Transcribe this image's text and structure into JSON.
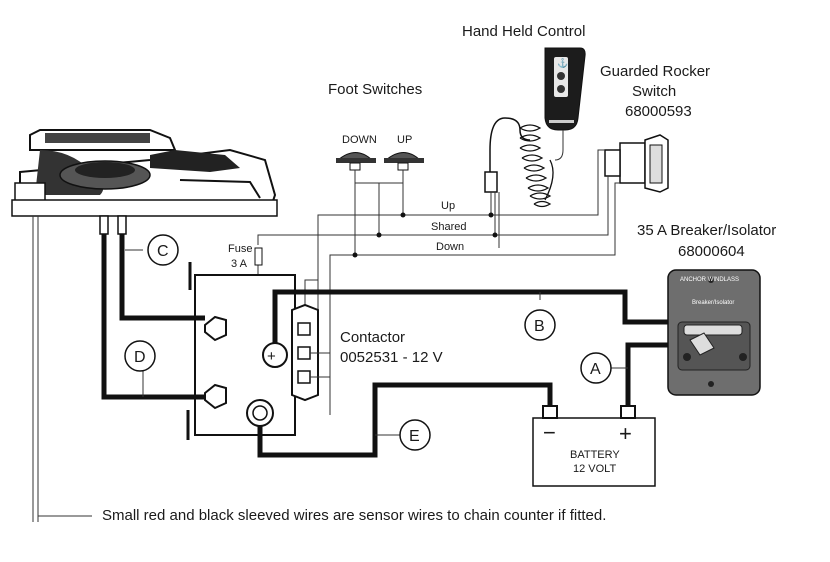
{
  "labels": {
    "hand_held_control": "Hand Held Control",
    "guarded_rocker_switch_line1": "Guarded Rocker",
    "guarded_rocker_switch_line2": "Switch",
    "guarded_rocker_part": "68000593",
    "foot_switches": "Foot Switches",
    "foot_down": "DOWN",
    "foot_up": "UP",
    "breaker_title": "35 A Breaker/Isolator",
    "breaker_part": "68000604",
    "breaker_plate_line1": "ANCHOR WINDLASS",
    "breaker_plate_line2": "Breaker/Isolator",
    "fuse": "Fuse",
    "fuse_rating": "3 A",
    "contactor": "Contactor",
    "contactor_part": "0052531 - 12 V",
    "battery": "BATTERY",
    "battery_voltage": "12 VOLT",
    "battery_neg": "−",
    "battery_pos": "+",
    "terminal_plus": "+",
    "wire_up": "Up",
    "wire_shared": "Shared",
    "wire_down": "Down",
    "footnote": "Small red and black sleeved wires are sensor wires to chain counter if fitted."
  },
  "cables": [
    "A",
    "B",
    "C",
    "D",
    "E"
  ]
}
